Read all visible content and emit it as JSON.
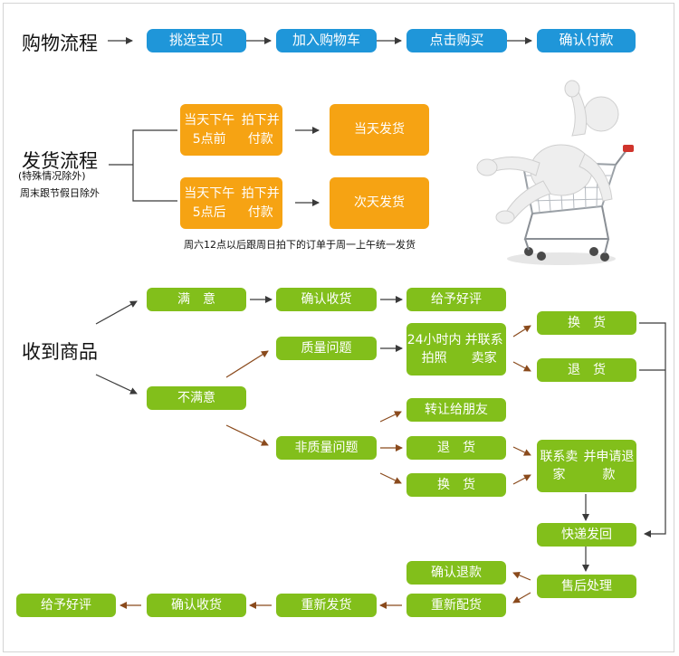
{
  "purchase": {
    "title": "购物流程",
    "steps": [
      "挑选宝贝",
      "加入购物车",
      "点击购买",
      "确认付款"
    ]
  },
  "shipping": {
    "title": "发货流程",
    "subtitle1": "(特殊情况除外)",
    "subtitle2": "周末跟节假日除外",
    "before5_line1": "当天下午5点前",
    "before5_line2": "拍下并付款",
    "after5_line1": "当天下午5点后",
    "after5_line2": "拍下并付款",
    "same_day": "当天发货",
    "next_day": "次天发货",
    "note": "周六12点以后跟周日拍下的订单于周一上午统一发货"
  },
  "received": {
    "title": "收到商品",
    "satisfied": "满　意",
    "confirm_receipt": "确认收货",
    "good_review": "给予好评",
    "unsatisfied": "不满意",
    "quality_issue": "质量问题",
    "photo_line1": "24小时内拍照",
    "photo_line2": "并联系卖家",
    "exchange": "换　货",
    "return": "退　货",
    "non_quality_issue": "非质量问题",
    "transfer": "转让给朋友",
    "return2": "退　货",
    "exchange2": "换　货",
    "contact_line1": "联系卖家",
    "contact_line2": "并申请退款",
    "ship_back": "快递发回",
    "after_sales": "售后处理",
    "confirm_refund": "确认退款",
    "reallocate": "重新配货",
    "reship": "重新发货",
    "final_confirm": "确认收货",
    "final_review": "给予好评"
  },
  "colors": {
    "blue": "#1f96d9",
    "orange": "#f6a313",
    "green": "#82bf1b",
    "arrow_dark": "#3a3a3a",
    "arrow_brown": "#8a4a1c"
  },
  "icons": [
    "shopping-cart-figure-icon"
  ]
}
